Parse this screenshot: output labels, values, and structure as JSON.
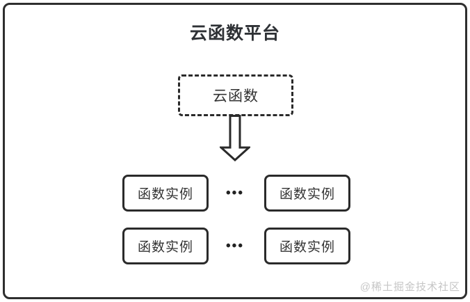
{
  "diagram": {
    "title": "云函数平台",
    "cloud_function": {
      "label": "云函数"
    },
    "instances": [
      {
        "label": "函数实例"
      },
      {
        "label": "函数实例"
      },
      {
        "label": "函数实例"
      },
      {
        "label": "函数实例"
      }
    ],
    "ellipsis": "•••",
    "watermark": "@稀土掘金技术社区",
    "icons": {
      "arrow": "down-arrow-icon"
    },
    "colors": {
      "frame_border": "#2e2e2e",
      "box_border": "#2a2a2a",
      "text": "#333333",
      "title_text": "#2e3135",
      "watermark_text": "#c6c6c6",
      "background": "#ffffff"
    }
  }
}
